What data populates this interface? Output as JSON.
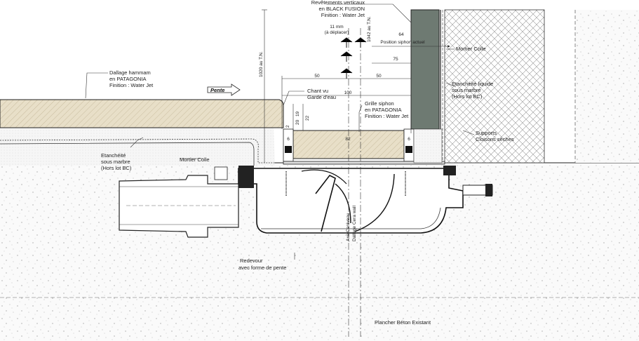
{
  "colors": {
    "line": "#1a1a1a",
    "concrete_fill": "#f4f4f4",
    "stone": "#e6dcc4",
    "wall_panel": "#6e7a72",
    "screed": "#f2f2f2"
  },
  "labels": {
    "revetements": [
      "Revêtements verticaux",
      "en BLACK FUSION",
      "Finition : Water Jet"
    ],
    "dallage": [
      "Dallage hammam",
      "en PATAGONIA",
      "Finition : Water Jet"
    ],
    "dim_11mm": [
      "11 mm",
      "(à déplacer)"
    ],
    "dim_1042": "1042 au T.N.",
    "dim_1020": "1020 au T.N.",
    "dim_64": "64",
    "position_siphon": "Position siphon actuel",
    "mortier_colle_top": "Mortier Colle",
    "etancheite_right": [
      "Etanchéité liquide",
      "sous marbre",
      "(Hors lot BC)"
    ],
    "supports": [
      "Supports",
      "Cloisons sèches"
    ],
    "dim_75": "75",
    "dim_50_left": "50",
    "dim_50_right": "50",
    "dim_100": "100",
    "pente": "Pente",
    "chant_vu": [
      "Chant vu",
      "Garde d'eau"
    ],
    "grille": [
      "Grille siphon",
      "en PATAGONIA",
      "Finition : Water Jet"
    ],
    "dim_19": "19",
    "dim_20": "20",
    "dim_22": "22",
    "dim_2": "2",
    "dim_82": "82",
    "dim_6_left": "6",
    "dim_6_right": "6",
    "etancheite_left": [
      "Etanchéité",
      "sous marbre",
      "(Hors lot BC)"
    ],
    "mortier_colle_bottom": "Mortier Colle",
    "axe": [
      "Axe Caniveau",
      "Dallage Cera wall"
    ],
    "redevour": [
      "Redevour",
      "avec forme de pente"
    ],
    "plancher": "Plancher Béton Existant"
  }
}
